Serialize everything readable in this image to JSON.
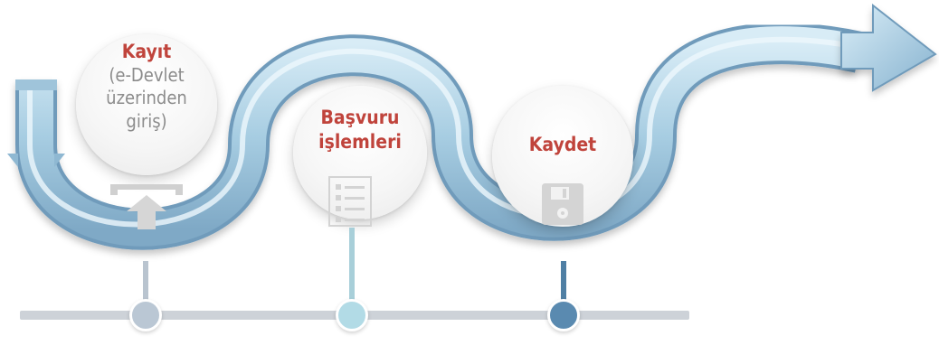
{
  "steps": [
    {
      "title": "Kayıt",
      "subtitle_lines": [
        "(e-Devlet",
        "üzerinden",
        "giriş)"
      ],
      "icon": "upload-icon"
    },
    {
      "title_lines": [
        "Başvuru",
        "işlemleri"
      ],
      "icon": "list-icon"
    },
    {
      "title": "Kaydet",
      "icon": "save-icon"
    }
  ],
  "colors": {
    "title": "#c0443c",
    "subtitle": "#8c8c8c",
    "wave": "#a9cde2",
    "wave_dark": "#6f9bbb",
    "timeline": "#cdd2d8",
    "dot_1": "#bac7d4",
    "dot_2": "#b2dbe6",
    "dot_3": "#5a8ab0"
  }
}
